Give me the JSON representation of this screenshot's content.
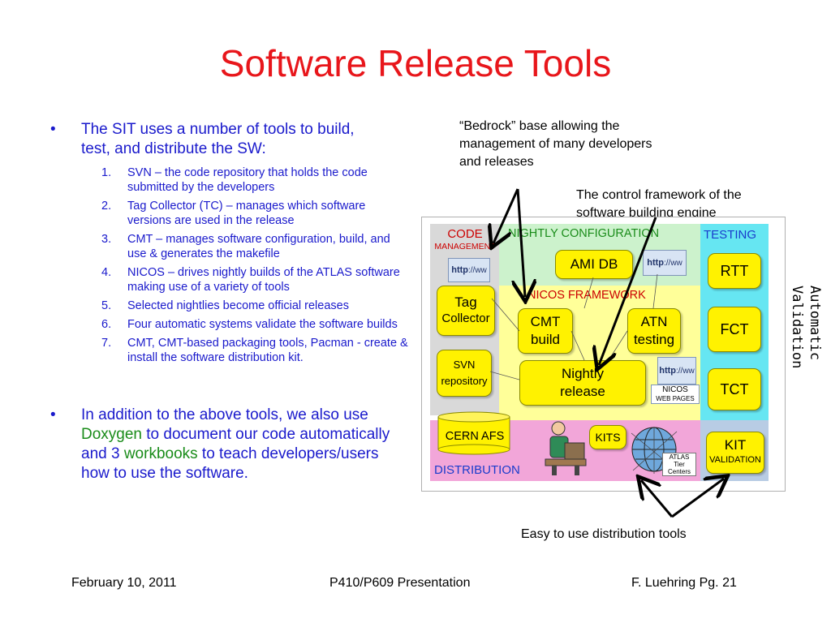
{
  "slide": {
    "title": "Software Release Tools",
    "bullets": [
      {
        "text": "The SIT uses a number of tools to build, test, and distribute the SW:"
      }
    ],
    "subitems": [
      {
        "num": "1.",
        "text": "SVN – the code repository that holds the code submitted by the developers"
      },
      {
        "num": "2.",
        "text": "Tag Collector (TC) – manages which software versions are used in the release"
      },
      {
        "num": "3.",
        "text": "CMT – manages software configuration, build, and use & generates the makefile"
      },
      {
        "num": "4.",
        "text": "NICOS – drives nightly builds of the ATLAS software making use of a variety of tools"
      },
      {
        "num": "5.",
        "text": "Selected nightlies become official releases"
      },
      {
        "num": "6.",
        "text": "Four automatic systems validate the software builds"
      },
      {
        "num": "7.",
        "text": "CMT, CMT-based packaging tools, Pacman - create & install the software distribution kit."
      }
    ],
    "bullet2": {
      "p1": "In addition to the above tools, we also use ",
      "doxygen": "Doxygen",
      "p2": " to document our code automatically and 3 ",
      "workbooks": "workbooks",
      "p3": " to teach developers/users how to use the software."
    },
    "bullet_char": "•"
  },
  "annotations": {
    "bedrock": "“Bedrock” base allowing the management of many developers and releases",
    "control": "The  control framework of the software building engine",
    "validation": "Automatic Validation",
    "distribution": "Easy to use distribution tools"
  },
  "diagram": {
    "code_management": {
      "line1": "CODE",
      "line2": "MANAGEMENT"
    },
    "nightly_configuration": "NIGHTLY CONFIGURATION",
    "testing": "TESTING",
    "nicos_framework": "NICOS FRAMEWORK",
    "distribution": "DISTRIBUTION",
    "tag_collector": {
      "line1": "Tag",
      "line2": "Collector"
    },
    "svn": {
      "line1": "SVN",
      "line2": "repository"
    },
    "ami_db": "AMI DB",
    "cmt_build": {
      "line1": "CMT",
      "line2": "build"
    },
    "atn_testing": {
      "line1": "ATN",
      "line2": "testing"
    },
    "nightly_release": {
      "line1": "Nightly",
      "line2": "release"
    },
    "nicos_web": {
      "line1": "NICOS",
      "line2": "WEB PAGES"
    },
    "rtt": "RTT",
    "fct": "FCT",
    "tct": "TCT",
    "kit_validation": {
      "line1": "KIT",
      "line2": "VALIDATION"
    },
    "cern_afs": "CERN AFS",
    "kits": "KITS",
    "atlas_tier": {
      "line1": "ATLAS",
      "line2": "Tier",
      "line3": "Centers"
    },
    "http_label": "http",
    "http_suffix": "://ww"
  },
  "footer": {
    "date": "February 10, 2011",
    "presentation": "P410/P609 Presentation",
    "author": "F. Luehring Pg. 21"
  },
  "colors": {
    "title": "#e8161b",
    "bullet_text": "#1a1acc",
    "highlight": "#1a8c1a",
    "code_mgmt_bg": "#d9d9d9",
    "nightly_cfg_bg": "#ccf2cc",
    "testing_bg": "#66e6f2",
    "nicos_bg": "#ffff99",
    "distribution_bg": "#f2a6d9",
    "box_yellow": "#fff200"
  }
}
